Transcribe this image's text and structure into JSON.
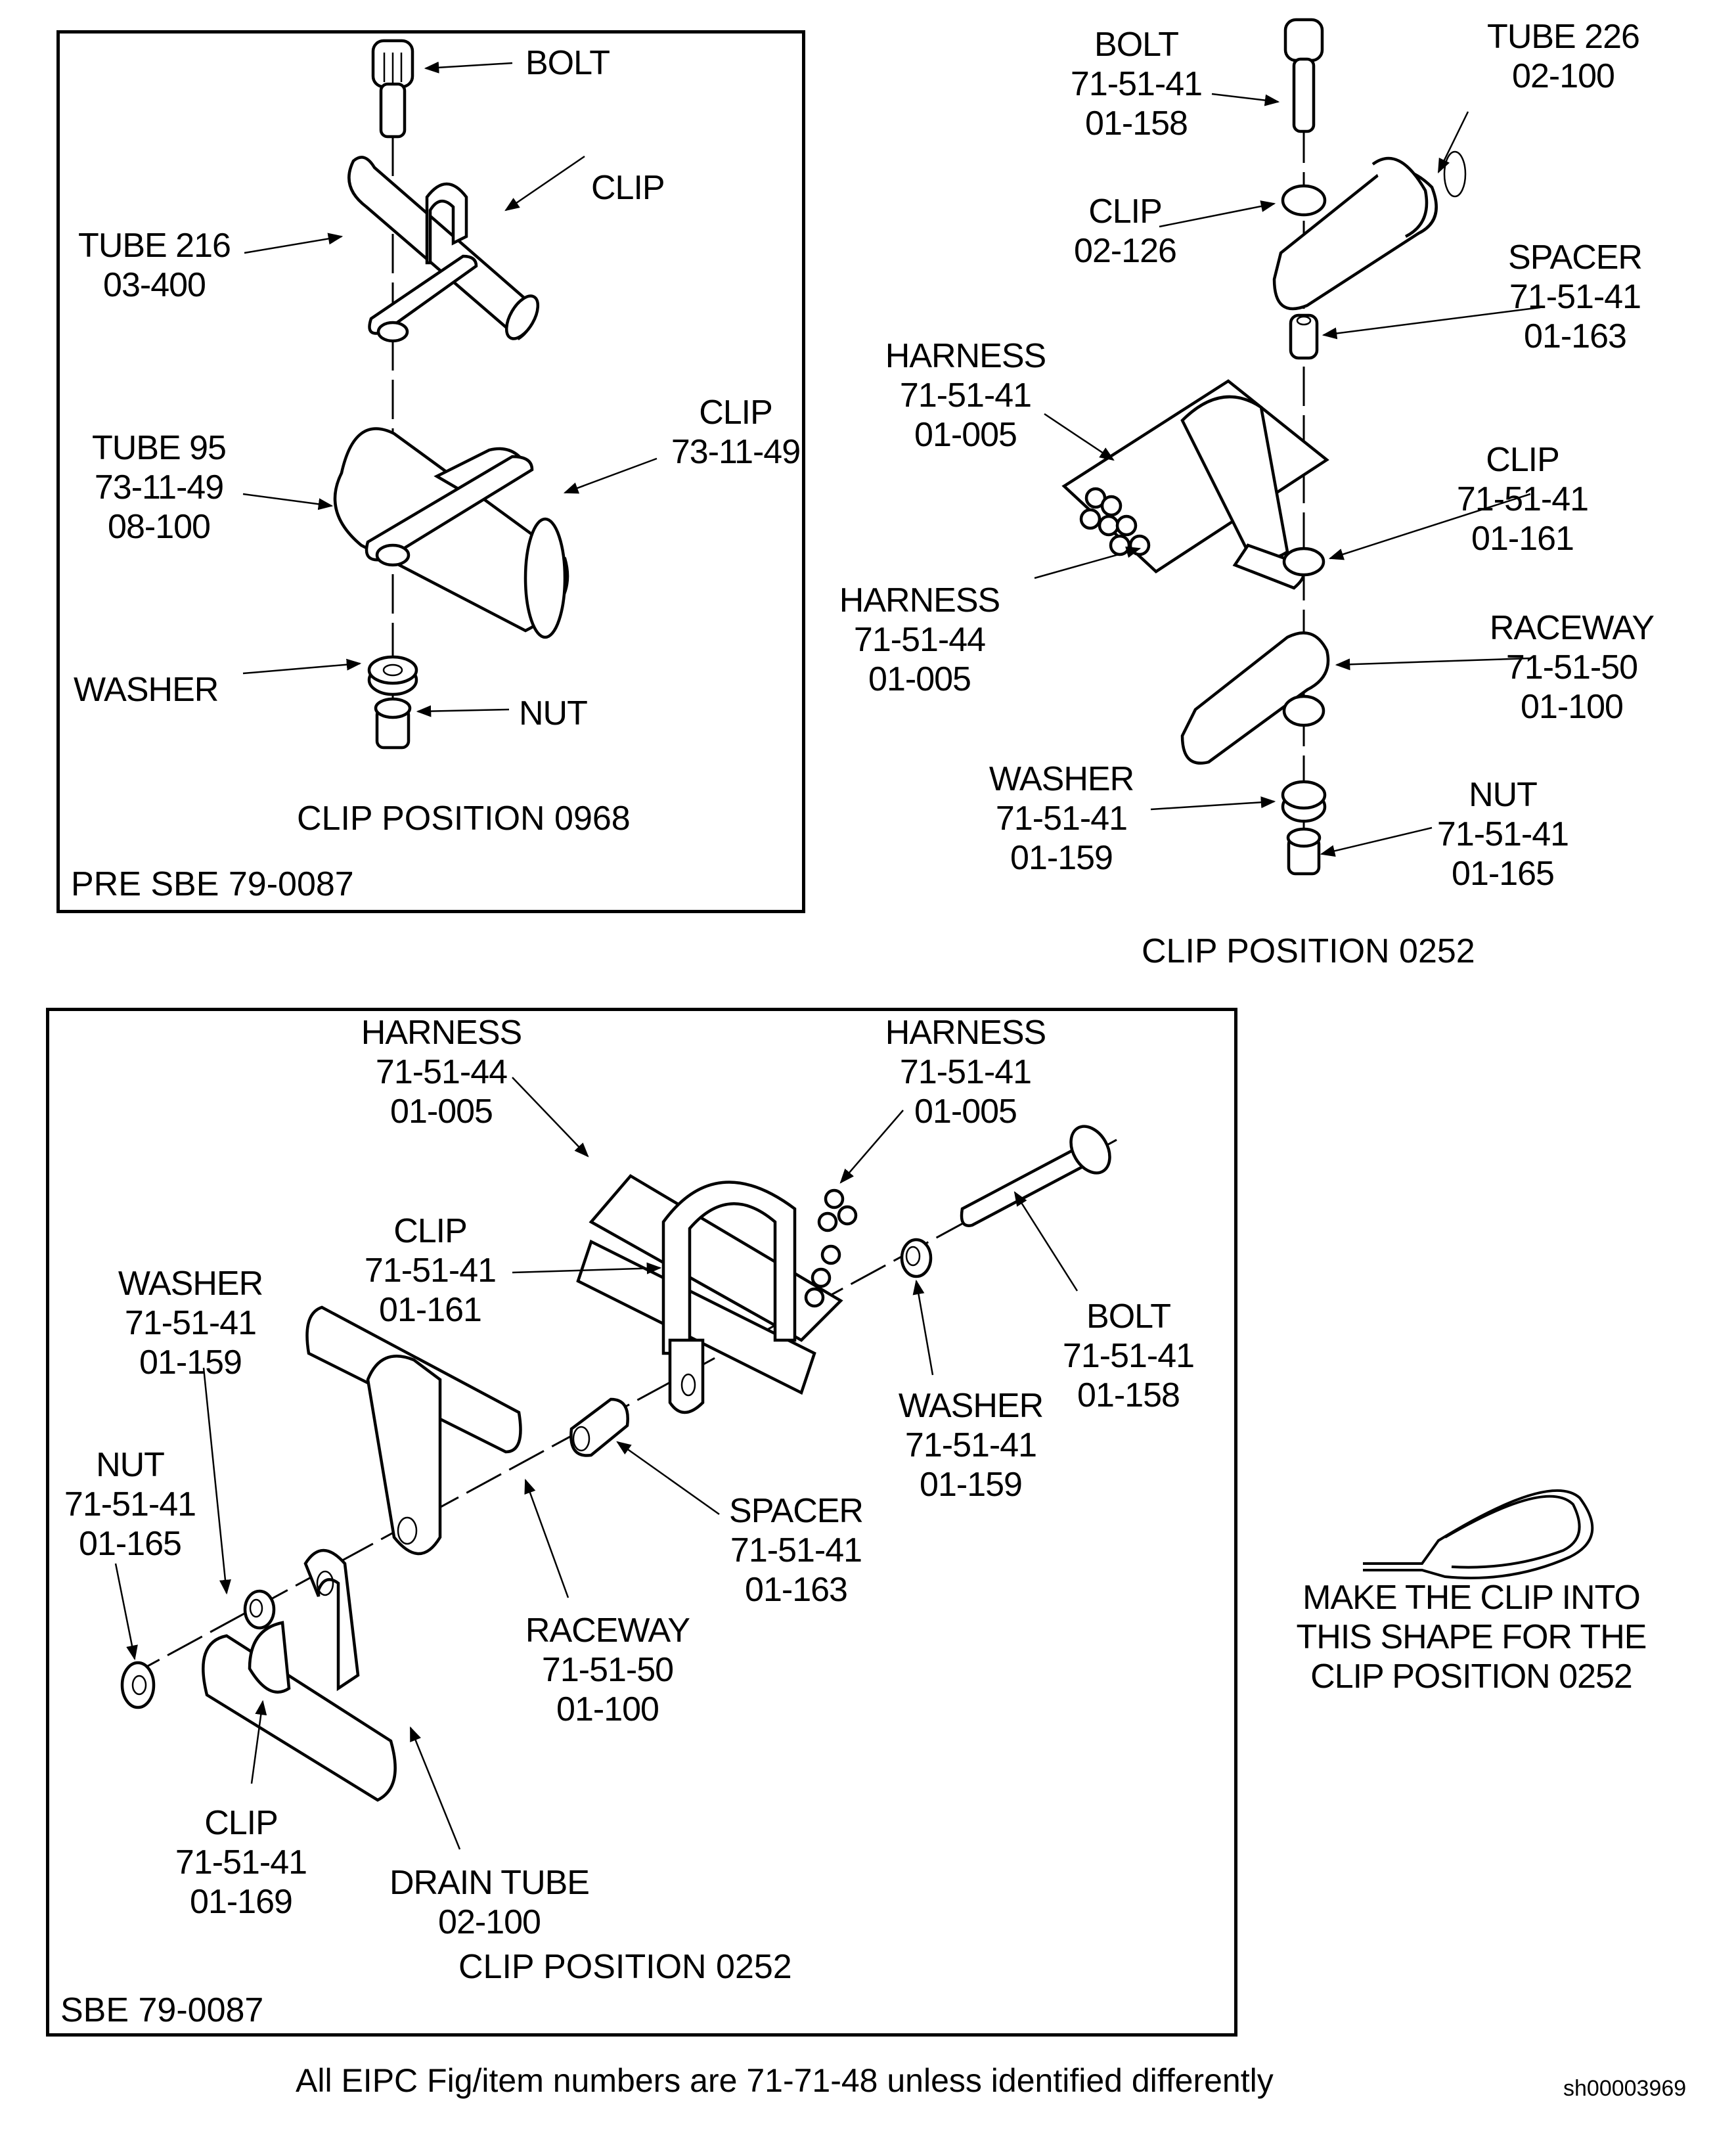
{
  "figure": {
    "footnote": "All EIPC Fig/item numbers are 71-71-48 unless identified differently",
    "sheet_id": "sh00003969"
  },
  "panel_pre": {
    "title": "CLIP POSITION 0968",
    "corner": "PRE SBE 79-0087",
    "labels": {
      "bolt": [
        "BOLT"
      ],
      "clip_upper": [
        "CLIP"
      ],
      "tube216": [
        "TUBE 216",
        "03-400"
      ],
      "clip_lower": [
        "CLIP",
        "73-11-49"
      ],
      "tube95": [
        "TUBE 95",
        "73-11-49",
        "08-100"
      ],
      "washer": [
        "WASHER"
      ],
      "nut": [
        "NUT"
      ]
    }
  },
  "panel_top_right": {
    "title": "CLIP POSITION 0252",
    "labels": {
      "bolt": [
        "BOLT",
        "71-51-41",
        "01-158"
      ],
      "tube226": [
        "TUBE 226",
        "02-100"
      ],
      "clip_upper": [
        "CLIP",
        "02-126"
      ],
      "spacer": [
        "SPACER",
        "71-51-41",
        "01-163"
      ],
      "harness_41": [
        "HARNESS",
        "71-51-41",
        "01-005"
      ],
      "clip_lower": [
        "CLIP",
        "71-51-41",
        "01-161"
      ],
      "harness_44": [
        "HARNESS",
        "71-51-44",
        "01-005"
      ],
      "raceway": [
        "RACEWAY",
        "71-51-50",
        "01-100"
      ],
      "washer": [
        "WASHER",
        "71-51-41",
        "01-159"
      ],
      "nut": [
        "NUT",
        "71-51-41",
        "01-165"
      ]
    }
  },
  "panel_sbe": {
    "title": "CLIP POSITION 0252",
    "corner": "SBE 79-0087",
    "labels": {
      "harness_44": [
        "HARNESS",
        "71-51-44",
        "01-005"
      ],
      "harness_41": [
        "HARNESS",
        "71-51-41",
        "01-005"
      ],
      "clip_upper": [
        "CLIP",
        "71-51-41",
        "01-161"
      ],
      "washer_left": [
        "WASHER",
        "71-51-41",
        "01-159"
      ],
      "bolt": [
        "BOLT",
        "71-51-41",
        "01-158"
      ],
      "washer_right": [
        "WASHER",
        "71-51-41",
        "01-159"
      ],
      "nut": [
        "NUT",
        "71-51-41",
        "01-165"
      ],
      "spacer": [
        "SPACER",
        "71-51-41",
        "01-163"
      ],
      "raceway": [
        "RACEWAY",
        "71-51-50",
        "01-100"
      ],
      "clip_lower": [
        "CLIP",
        "71-51-41",
        "01-169"
      ],
      "drain_tube": [
        "DRAIN TUBE",
        "02-100"
      ]
    }
  },
  "detail_note": [
    "MAKE THE CLIP INTO",
    "THIS SHAPE FOR THE",
    "CLIP POSITION 0252"
  ]
}
